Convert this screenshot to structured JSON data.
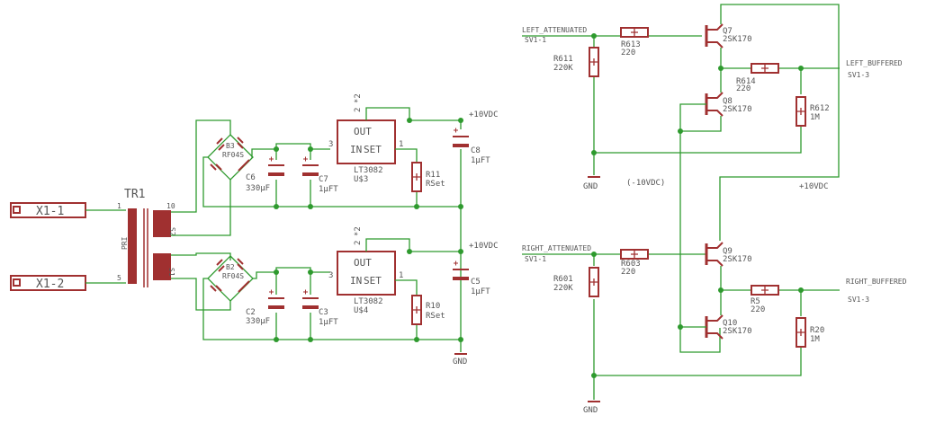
{
  "connectors": {
    "x1_1": "X1-1",
    "x1_2": "X1-2"
  },
  "transformer": {
    "name": "TR1",
    "pin1": "1",
    "pin5": "5",
    "pin10": "10",
    "pri": "PRI",
    "s1": "S1",
    "s2": "S2"
  },
  "bridges": {
    "top": {
      "name": "B3",
      "value": "RF04S"
    },
    "bottom": {
      "name": "B2",
      "value": "RF04S"
    }
  },
  "caps": {
    "c6": {
      "name": "C6",
      "value": "330µF"
    },
    "c7": {
      "name": "C7",
      "value": "1µFT"
    },
    "c2": {
      "name": "C2",
      "value": "330µF"
    },
    "c3": {
      "name": "C3",
      "value": "1µFT"
    },
    "c8": {
      "name": "C8",
      "value": "1µFT"
    },
    "c5": {
      "name": "C5",
      "value": "1µFT"
    }
  },
  "regulators": {
    "top": {
      "out": "OUT",
      "in": "IN",
      "set": "SET",
      "pin2": "2",
      "pin3": "3",
      "pin1": "1",
      "x2": "*2",
      "part": "LT3082",
      "name": "U$3"
    },
    "bottom": {
      "out": "OUT",
      "in": "IN",
      "set": "SET",
      "pin2": "2",
      "pin3": "3",
      "pin1": "1",
      "x2": "*2",
      "part": "LT3082",
      "name": "U$4"
    }
  },
  "set_resistors": {
    "r11": {
      "name": "R11",
      "value": "RSet"
    },
    "r10": {
      "name": "R10",
      "value": "RSet"
    }
  },
  "rails": {
    "pos_top": "+10VDC",
    "pos_bottom": "+10VDC",
    "gnd": "GND",
    "neg": "(-10VDC)",
    "pos_mid": "+10VDC"
  },
  "left_channel": {
    "input": "LEFT_ATTENUATED",
    "input_pin": "SV1-1",
    "r613": {
      "name": "R613",
      "value": "220"
    },
    "r611": {
      "name": "R611",
      "value": "220K"
    },
    "q7": {
      "name": "Q7",
      "value": "2SK170"
    },
    "q8": {
      "name": "Q8",
      "value": "2SK170"
    },
    "r614": {
      "name": "R614",
      "value": "220"
    },
    "r612": {
      "name": "R612",
      "value": "1M"
    },
    "output": "LEFT_BUFFERED",
    "output_pin": "SV1-3",
    "gnd": "GND"
  },
  "right_channel": {
    "input": "RIGHT_ATTENUATED",
    "input_pin": "SV1-1",
    "r603": {
      "name": "R603",
      "value": "220"
    },
    "r601": {
      "name": "R601",
      "value": "220K"
    },
    "q9": {
      "name": "Q9",
      "value": "2SK170"
    },
    "q10": {
      "name": "Q10",
      "value": "2SK170"
    },
    "r5": {
      "name": "R5",
      "value": "220"
    },
    "r20": {
      "name": "R20",
      "value": "1M"
    },
    "output": "RIGHT_BUFFERED",
    "output_pin": "SV1-3",
    "gnd": "GND"
  },
  "colors": {
    "wire": "#2e9a2e",
    "part": "#a03030",
    "text": "#555555"
  }
}
